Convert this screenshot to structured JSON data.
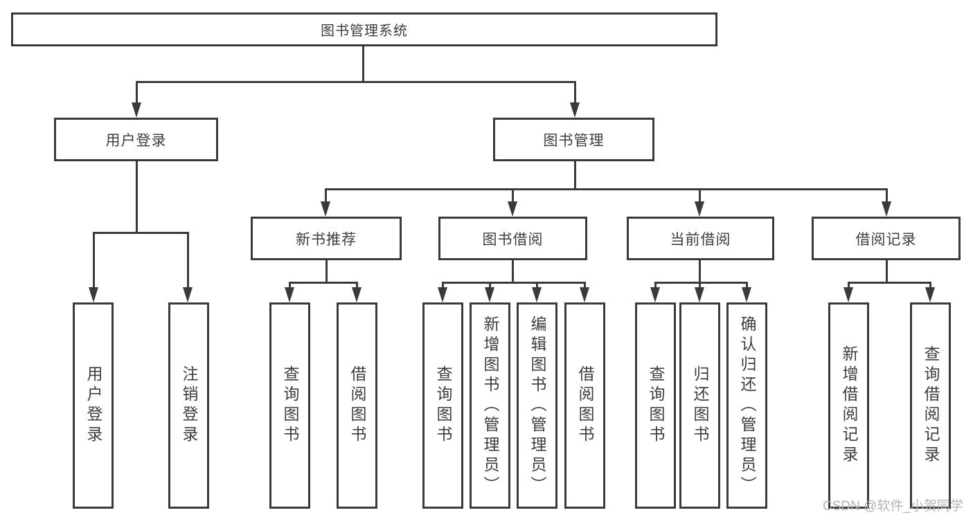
{
  "diagram": {
    "root": {
      "label": "图书管理系统"
    },
    "branches": [
      {
        "label": "用户登录",
        "children": [
          {
            "label": "用户登录"
          },
          {
            "label": "注销登录"
          }
        ]
      },
      {
        "label": "图书管理",
        "children": [
          {
            "label": "新书推荐",
            "children": [
              {
                "label": "查询图书"
              },
              {
                "label": "借阅图书"
              }
            ]
          },
          {
            "label": "图书借阅",
            "children": [
              {
                "label": "查询图书"
              },
              {
                "label": "新增图书（管理员）"
              },
              {
                "label": "编辑图书（管理员）"
              },
              {
                "label": "借阅图书"
              }
            ]
          },
          {
            "label": "当前借阅",
            "children": [
              {
                "label": "查询图书"
              },
              {
                "label": "归还图书"
              },
              {
                "label": "确认归还（管理员）"
              }
            ]
          },
          {
            "label": "借阅记录",
            "children": [
              {
                "label": "新增借阅记录"
              },
              {
                "label": "查询借阅记录"
              }
            ]
          }
        ]
      }
    ]
  },
  "colors": {
    "line": "#3a3a3a",
    "text": "#3d3d3d",
    "watermark": "#b3b3b3",
    "background": "#ffffff"
  },
  "watermark": {
    "text": "CSDN @软件_小贺同学"
  }
}
